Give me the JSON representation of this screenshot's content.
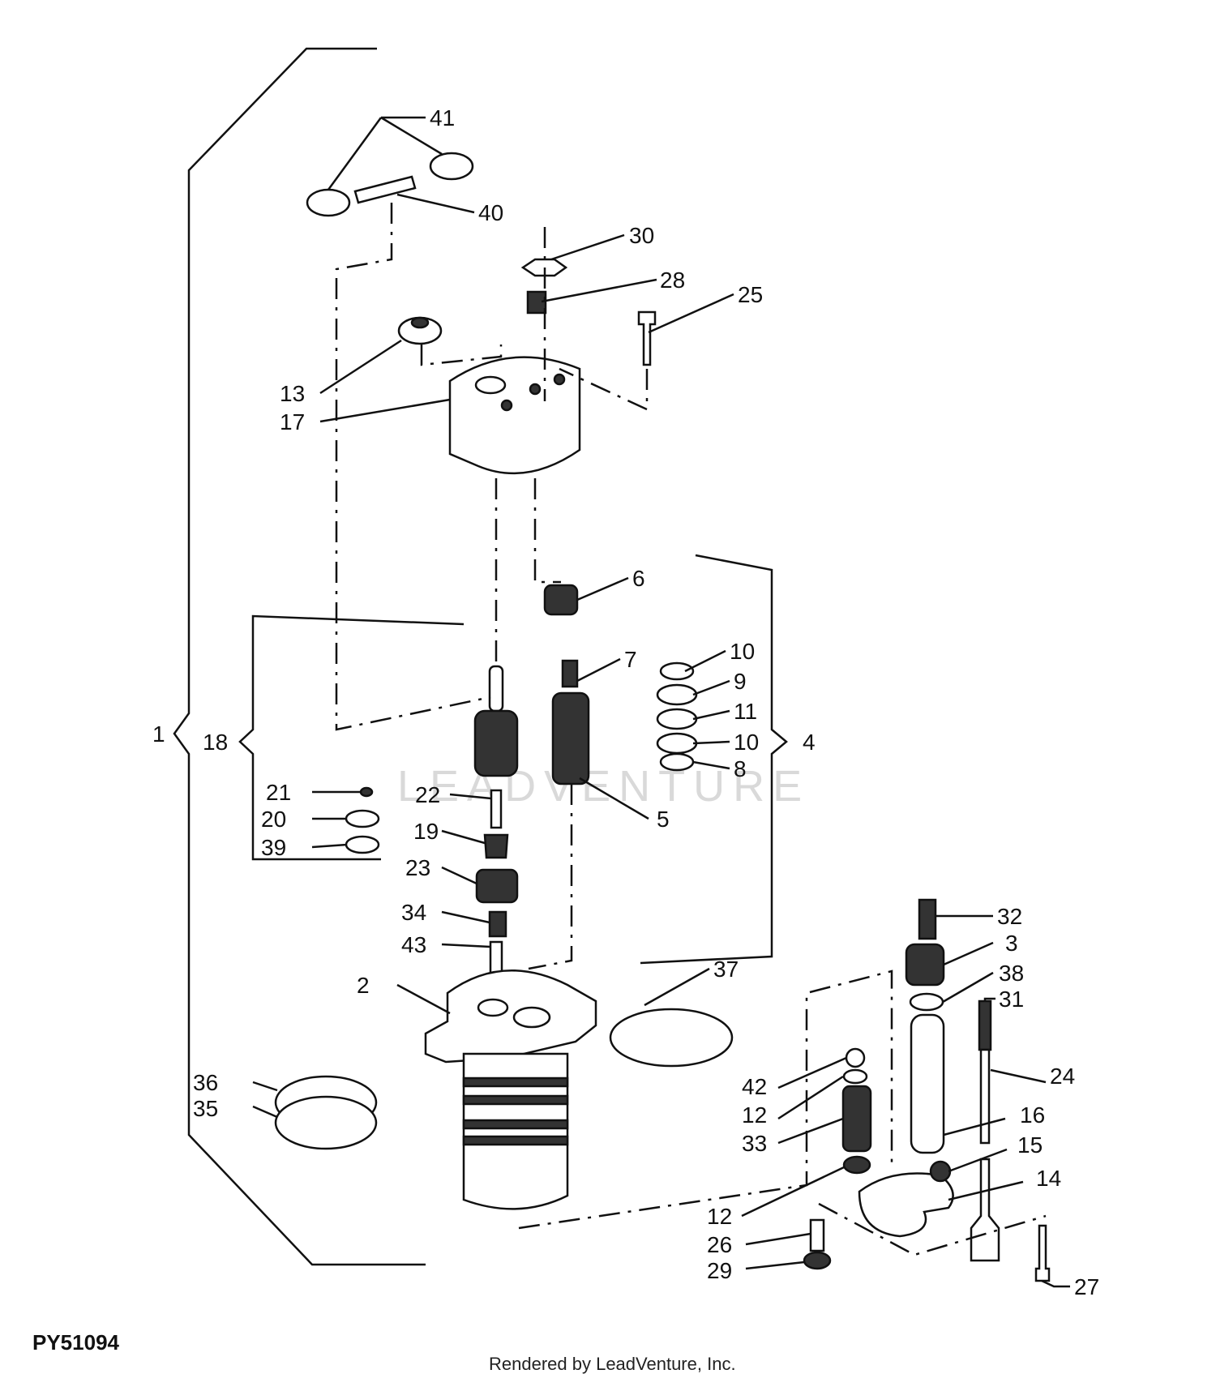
{
  "diagram": {
    "callouts": {
      "c1": "1",
      "c2": "2",
      "c3": "3",
      "c4": "4",
      "c5": "5",
      "c6": "6",
      "c7": "7",
      "c8": "8",
      "c9": "9",
      "c10a": "10",
      "c10b": "10",
      "c11": "11",
      "c12a": "12",
      "c12b": "12",
      "c13": "13",
      "c14": "14",
      "c15": "15",
      "c16": "16",
      "c17": "17",
      "c18": "18",
      "c19": "19",
      "c20": "20",
      "c21": "21",
      "c22": "22",
      "c23": "23",
      "c24": "24",
      "c25": "25",
      "c26": "26",
      "c27": "27",
      "c28": "28",
      "c29": "29",
      "c30": "30",
      "c31": "31",
      "c32": "32",
      "c33": "33",
      "c34": "34",
      "c35": "35",
      "c36": "36",
      "c37": "37",
      "c38": "38",
      "c39": "39",
      "c40": "40",
      "c41": "41",
      "c42": "42",
      "c43": "43"
    },
    "reference_code": "PY51094",
    "watermark": "LEADVENTURE",
    "credit": "Rendered by LeadVenture, Inc."
  }
}
